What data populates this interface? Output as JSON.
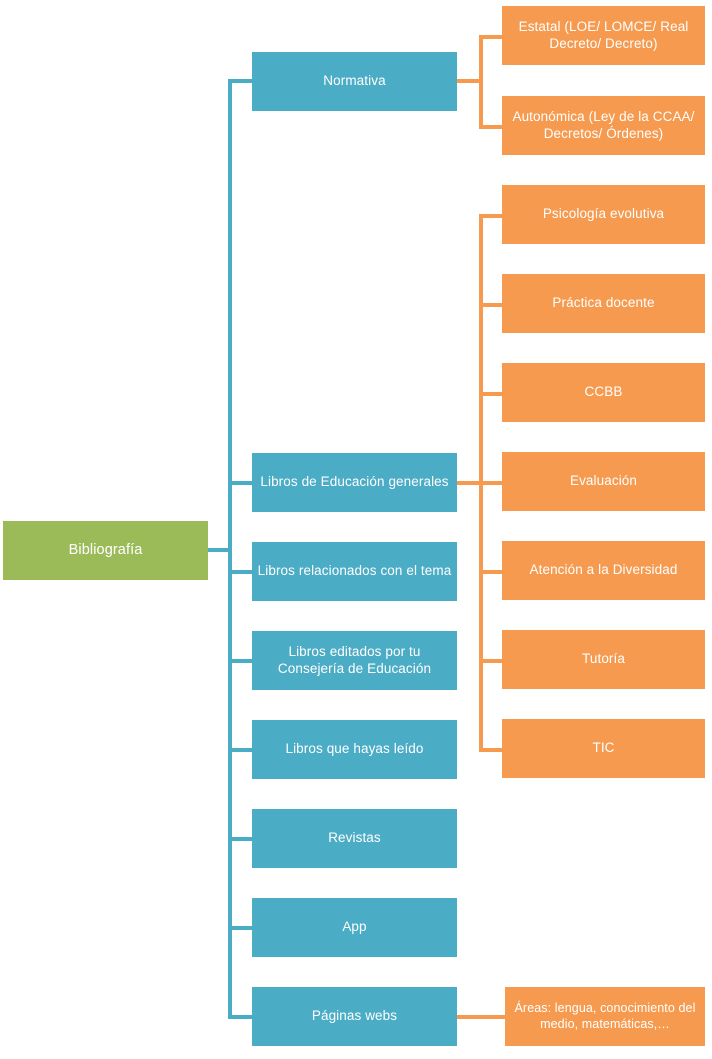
{
  "diagram": {
    "title": "Bibliografía",
    "type": "tree-mindmap",
    "colors": {
      "root": "#9BBB59",
      "level1": "#4BACC6",
      "level2": "#F59A4F",
      "text": "#FFFFFF",
      "background": "#FFFFFF"
    },
    "root": {
      "label": "Bibliografía"
    },
    "level1": [
      {
        "label": "Normativa"
      },
      {
        "label": "Libros de Educación generales"
      },
      {
        "label": "Libros relacionados con el tema"
      },
      {
        "label": "Libros editados por tu Consejería de Educación"
      },
      {
        "label": "Libros que hayas leído"
      },
      {
        "label": "Revistas"
      },
      {
        "label": "App"
      },
      {
        "label": "Páginas webs"
      }
    ],
    "normativa_children": [
      {
        "label": "Estatal (LOE/ LOMCE/ Real Decreto/ Decreto)"
      },
      {
        "label": "Autonómica (Ley de la CCAA/ Decretos/ Órdenes)"
      }
    ],
    "libros_generales_children": [
      {
        "label": "Psicología evolutiva"
      },
      {
        "label": "Práctica docente"
      },
      {
        "label": "CCBB"
      },
      {
        "label": "Evaluación"
      },
      {
        "label": "Atención a la Diversidad"
      },
      {
        "label": "Tutoría"
      },
      {
        "label": "TIC"
      }
    ],
    "paginas_webs_children": [
      {
        "label": "Áreas: lengua, conocimiento del medio, matemáticas,…"
      }
    ]
  }
}
